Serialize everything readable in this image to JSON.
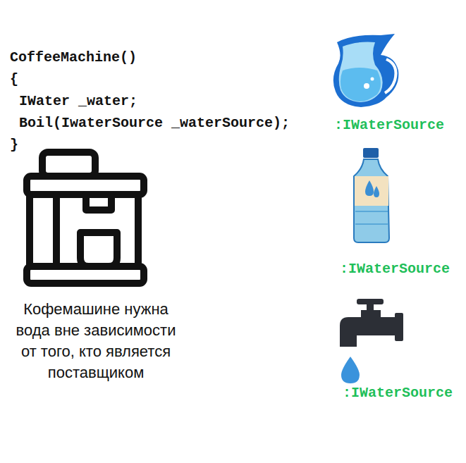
{
  "diagram": {
    "labels": [
      "CoffeeMachine()",
      "{",
      "IWater _water;",
      "Boil(IwaterSource _waterSource);",
      "}",
      "Кофемашине нужна вода вне зависимости от того, кто является поставщиком",
      ":IWaterSource",
      ":IWaterSource",
      ":IWaterSource"
    ]
  }
}
